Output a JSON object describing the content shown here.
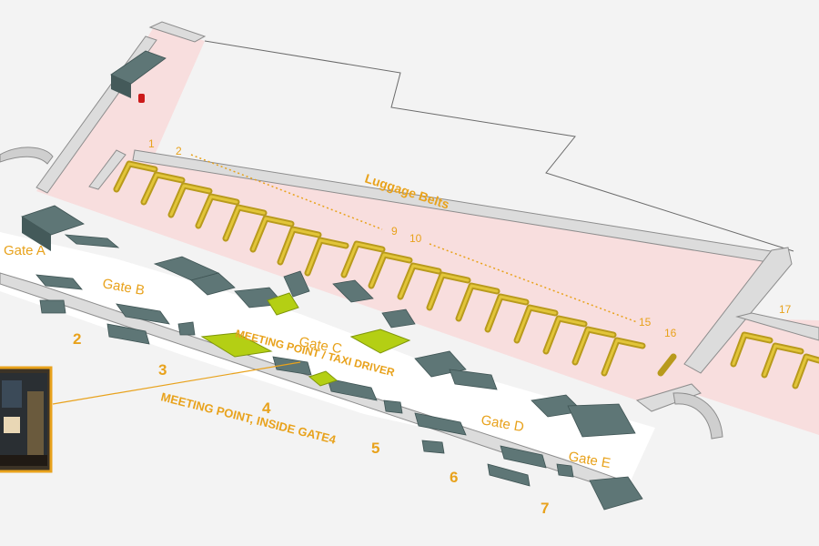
{
  "colors": {
    "background": "#f3f3f3",
    "floor_pink": "#f8dede",
    "corridor_white": "#ffffff",
    "label_orange": "#e8a21c",
    "belt_gold": "#d9b92a",
    "counter_teal": "#5e7676",
    "highlight_lime": "#b4cf14"
  },
  "labels": {
    "luggage_belts": "Luggage Belts",
    "belt_numbers": [
      "1",
      "2",
      "9",
      "10",
      "15",
      "16",
      "17"
    ],
    "gates": [
      "Gate A",
      "Gate B",
      "Gate C",
      "Gate D",
      "Gate E"
    ],
    "exits": [
      "2",
      "3",
      "4",
      "5",
      "6",
      "7"
    ],
    "meeting_point_taxi": "MEETING POINT / TAXI DRIVER",
    "meeting_point_inside": "MEETING POINT, INSIDE GATE4"
  },
  "icons": {
    "fire_extinguisher": "fire-extinguisher-icon",
    "photo_inset": "meeting-point-photo"
  }
}
